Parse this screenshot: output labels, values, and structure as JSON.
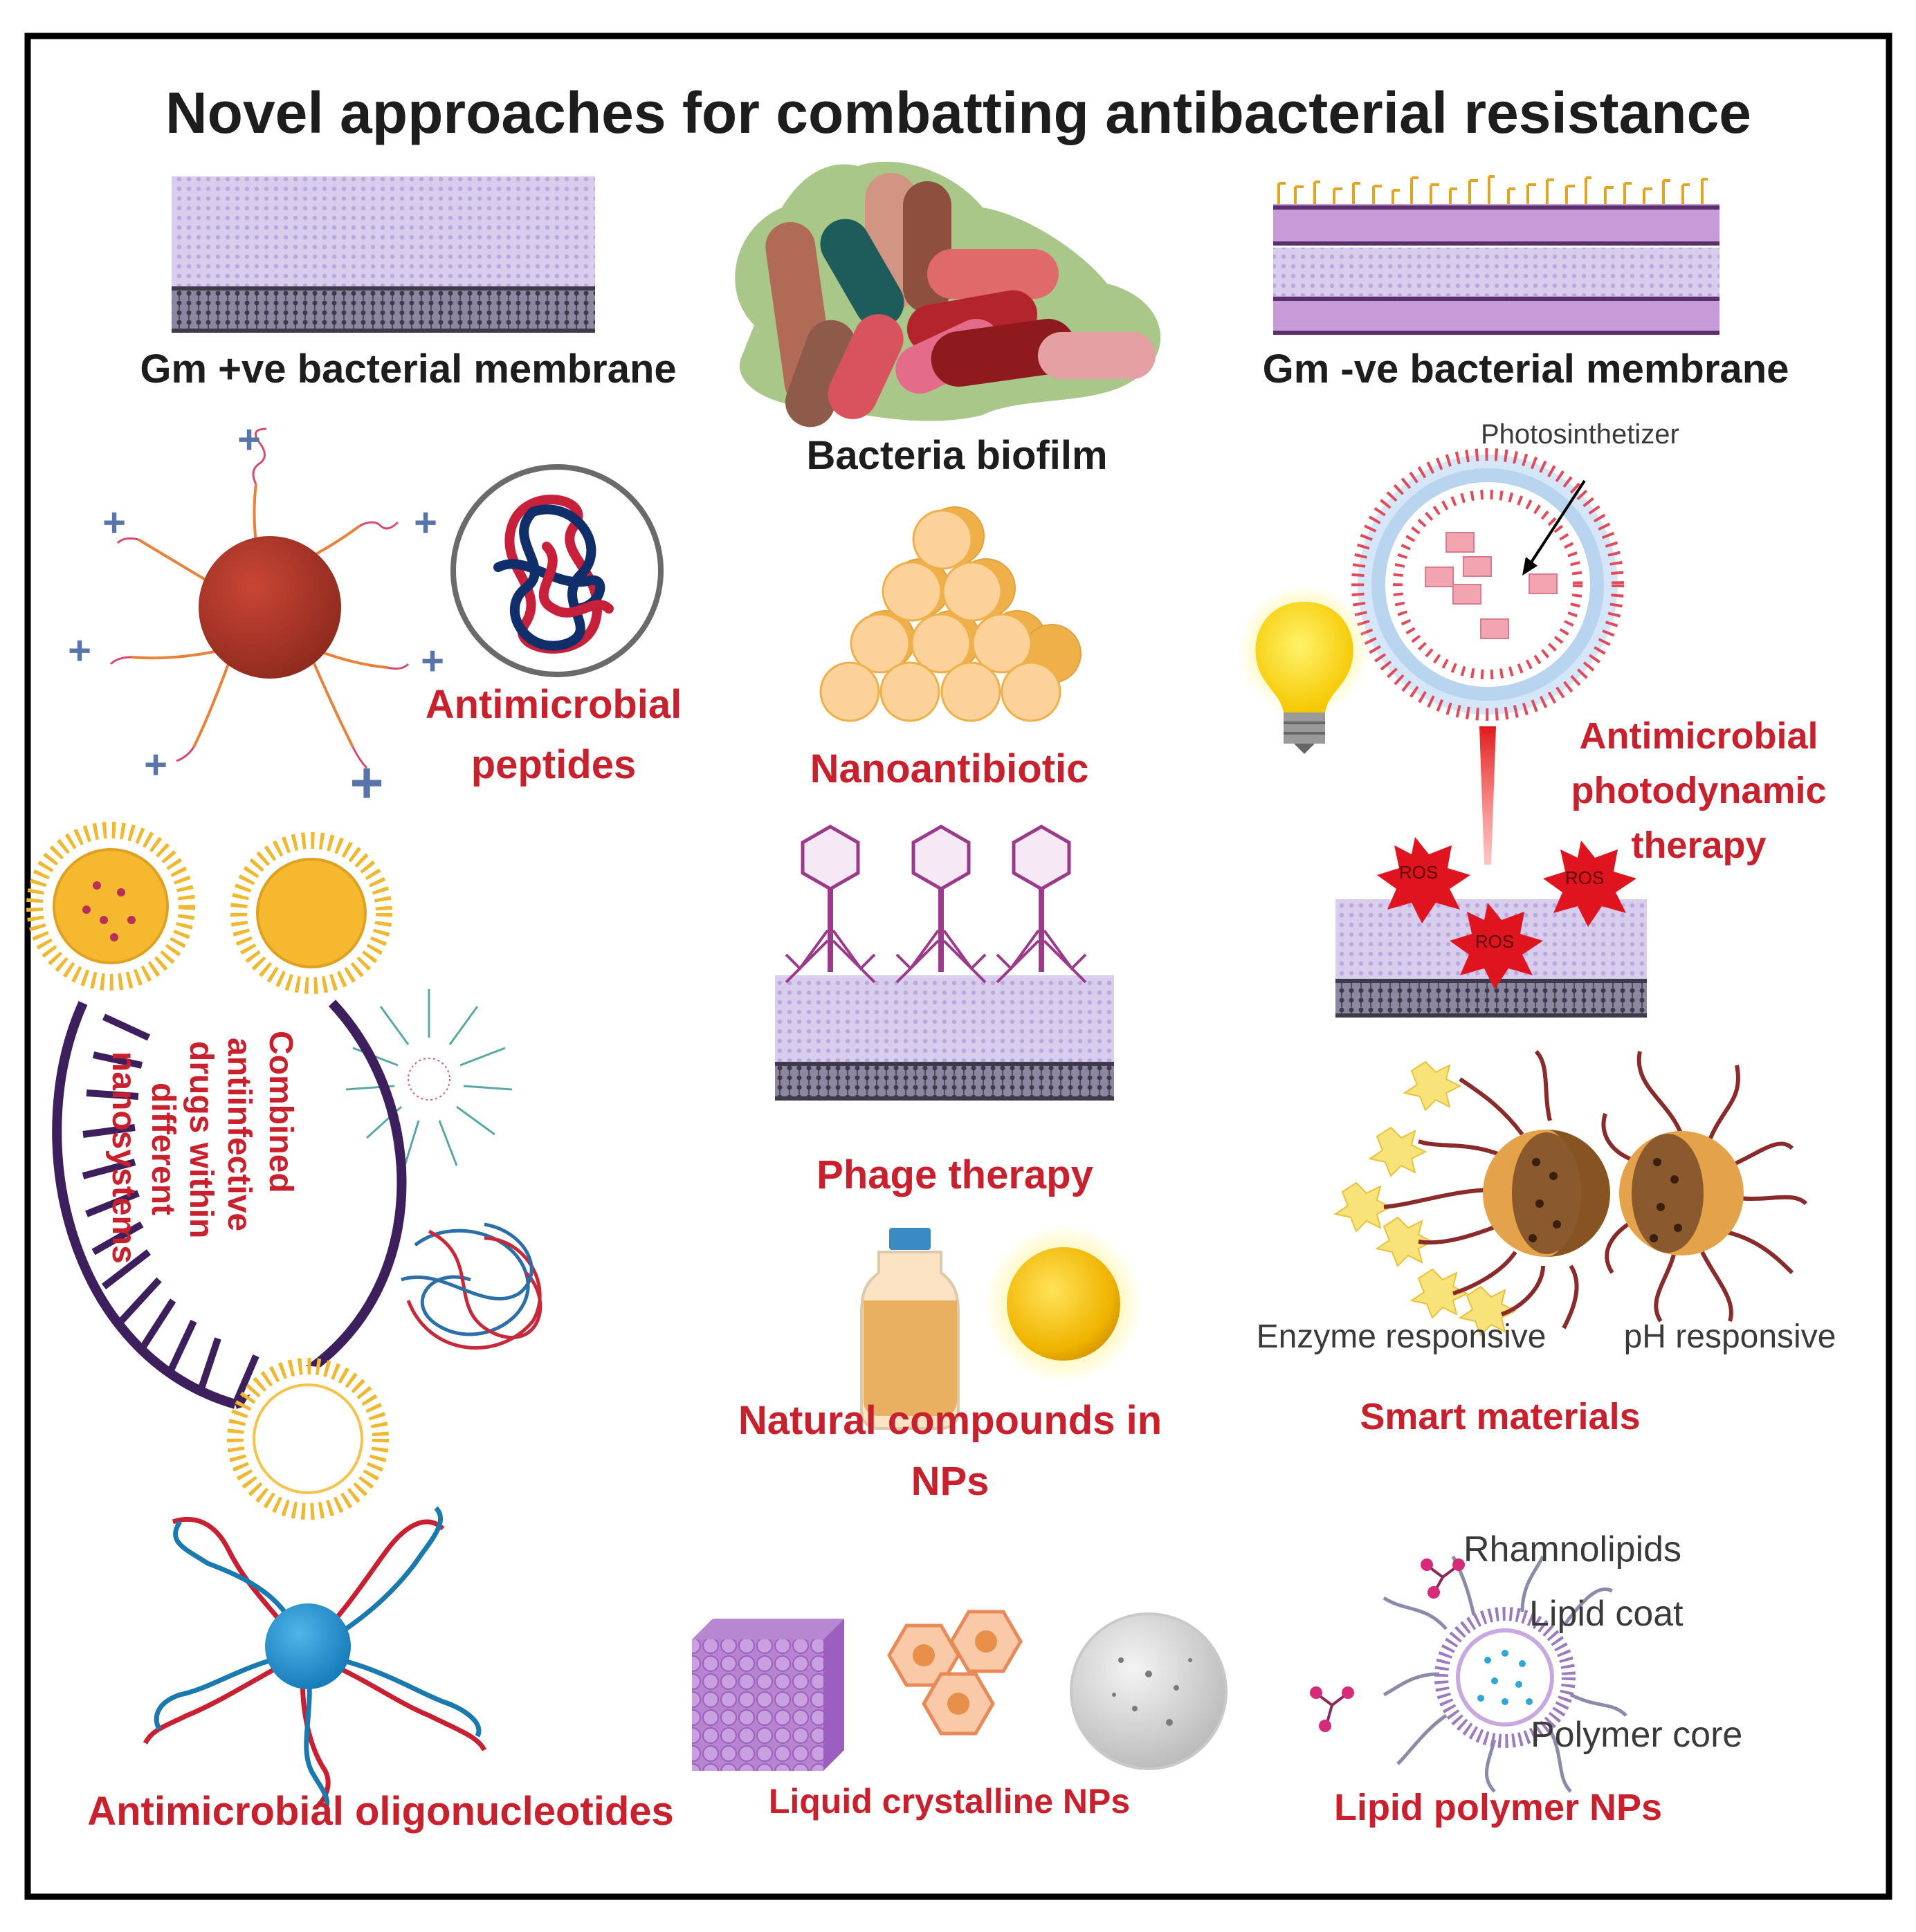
{
  "title": "Novel approaches for combatting antibacterial resistance",
  "labels": {
    "gm_pos": "Gm +ve bacterial membrane",
    "gm_neg": "Gm -ve bacterial membrane",
    "biofilm": "Bacteria biofilm",
    "amp_line1": "Antimicrobial",
    "amp_line2": "peptides",
    "nanoantibiotic": "Nanoantibiotic",
    "photosensitizer": "Photosinthetizer",
    "pdt_line1": "Antimicrobial",
    "pdt_line2": "photodynamic",
    "pdt_line3": "therapy",
    "ros": "ROS",
    "combined_line1": "Combined",
    "combined_line2": "antiinfective",
    "combined_line3": "drugs within",
    "combined_line4": "different",
    "combined_line5": "nanosystems",
    "phage": "Phage therapy",
    "natural_line1": "Natural compounds in",
    "natural_line2": "NPs",
    "enzyme": "Enzyme responsive",
    "ph": "pH responsive",
    "smart": "Smart materials",
    "oligo": "Antimicrobial oligonucleotides",
    "lcnp": "Liquid crystalline NPs",
    "rhamnolipids": "Rhamnolipids",
    "lipid_coat": "Lipid coat",
    "polymer_core": "Polymer core",
    "lpnp": "Lipid polymer NPs",
    "plus": "+"
  },
  "colors": {
    "accent_red": "#c8202c",
    "text_dark": "#1d1d1d",
    "membrane_lavender": "#cdbde6",
    "membrane_dark": "#4a4458",
    "frame": "#000000"
  }
}
